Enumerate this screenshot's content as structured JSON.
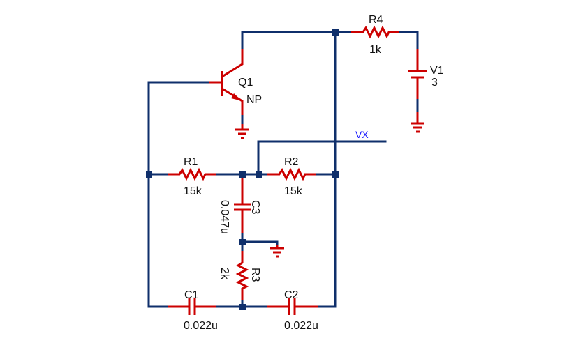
{
  "title": "Phase-shift oscillator schematic",
  "components": {
    "R1": {
      "name": "R1",
      "value": "15k"
    },
    "R2": {
      "name": "R2",
      "value": "15k"
    },
    "R3": {
      "name": "R3",
      "value": "2k"
    },
    "R4": {
      "name": "R4",
      "value": "1k"
    },
    "C1": {
      "name": "C1",
      "value": "0.022u"
    },
    "C2": {
      "name": "C2",
      "value": "0.022u"
    },
    "C3": {
      "name": "C3",
      "value": "0.047u"
    },
    "V1": {
      "name": "V1",
      "value": "3"
    },
    "Q1": {
      "name": "Q1",
      "value": "NP"
    }
  },
  "nets": {
    "vx": "VX"
  },
  "colors": {
    "wire": "#0f2f6b",
    "component": "#cc0000",
    "net_label": "#1a1aff"
  }
}
